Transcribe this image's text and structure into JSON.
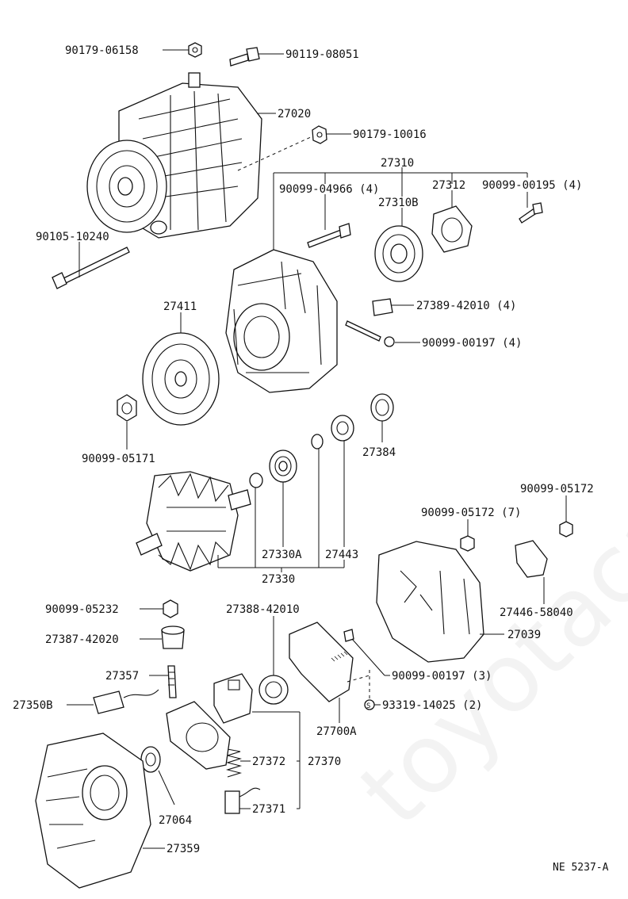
{
  "watermark": "toyotacarMine.ru",
  "footer_code": "NE 5237-A",
  "labels": {
    "l_90179_06158": "90179-06158",
    "l_90119_08051": "90119-08051",
    "l_27020": "27020",
    "l_90179_10016": "90179-10016",
    "l_27310": "27310",
    "l_90099_04966": "90099-04966 (4)",
    "l_27312": "27312",
    "l_90099_00195": "90099-00195 (4)",
    "l_27310B": "27310B",
    "l_90105_10240": "90105-10240",
    "l_27389_42010": "27389-42010 (4)",
    "l_27411": "27411",
    "l_90099_00197_4": "90099-00197 (4)",
    "l_90099_05171": "90099-05171",
    "l_27384": "27384",
    "l_90099_05172_top": "90099-05172",
    "l_90099_05172_7": "90099-05172 (7)",
    "l_27330A": "27330A",
    "l_27443": "27443",
    "l_27330": "27330",
    "l_27446_58040": "27446-58040",
    "l_90099_05232": "90099-05232",
    "l_27388_42010": "27388-42010",
    "l_27039": "27039",
    "l_27387_42020": "27387-42020",
    "l_27357": "27357",
    "l_90099_00197_3": "90099-00197 (3)",
    "l_27350B": "27350B",
    "l_93319_14025": "93319-14025 (2)",
    "l_27700A": "27700A",
    "l_27372": "27372",
    "l_27370": "27370",
    "l_27064": "27064",
    "l_27371": "27371",
    "l_27359": "27359"
  }
}
